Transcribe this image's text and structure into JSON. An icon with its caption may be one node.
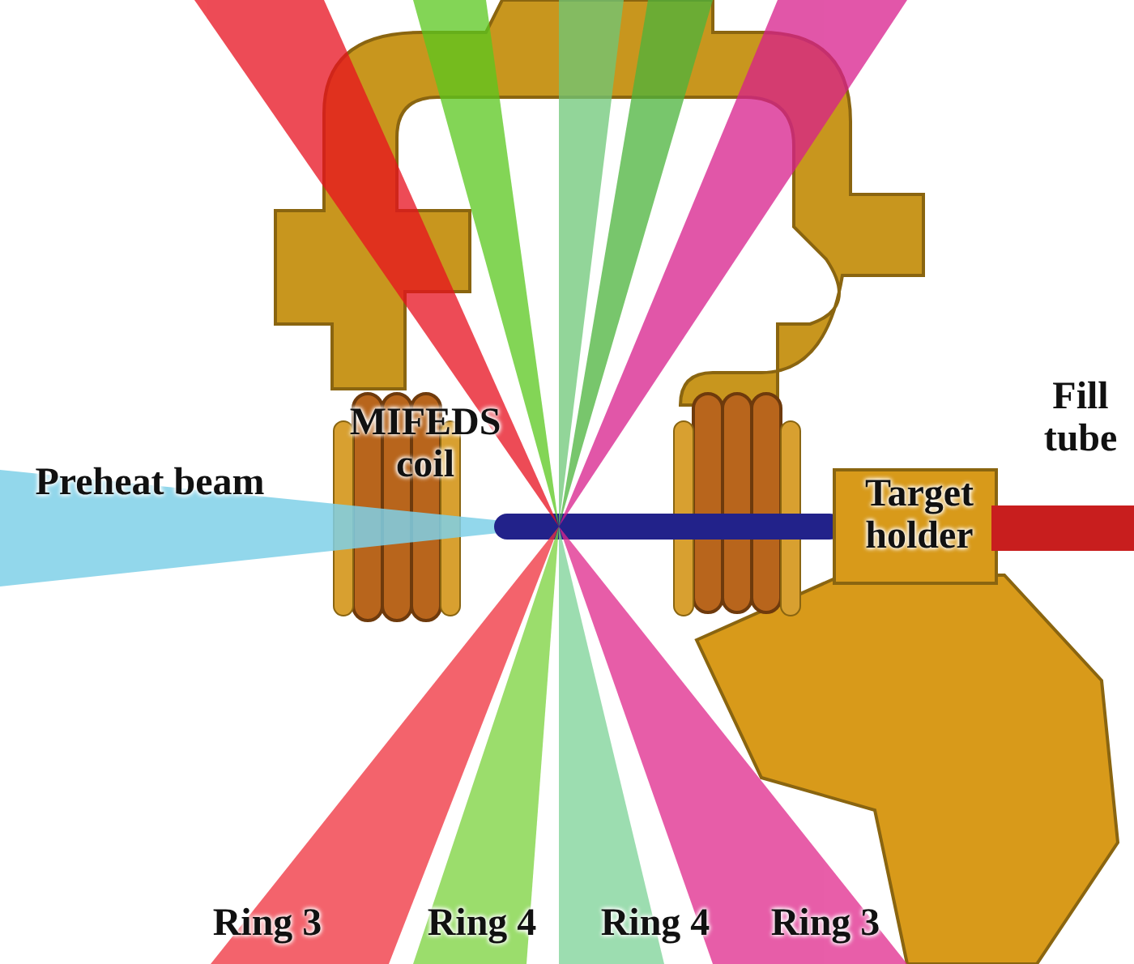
{
  "diagram": {
    "labels": [
      "MIFEDS coil",
      "Fill tube",
      "Preheat beam",
      "Target holder",
      "Ring 3",
      "Ring 4",
      "Ring 4",
      "Ring 3"
    ]
  }
}
